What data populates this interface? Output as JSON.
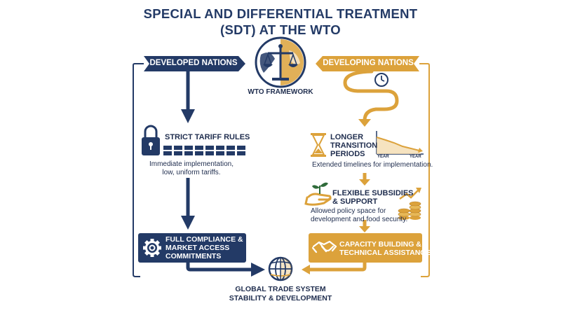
{
  "title": {
    "line1": "SPECIAL AND DIFFERENTIAL TREATMENT",
    "line2": "(SDT) AT THE WTO"
  },
  "colors": {
    "navy": "#233a66",
    "gold": "#dca23b",
    "text": "#1f2d4e"
  },
  "icons": {
    "framework": "scales-globe-icon",
    "clock": "clock-icon",
    "lock": "padlock-icon",
    "hourglass": "hourglass-icon",
    "chart": "declining-chart-icon",
    "seedling": "hand-seedling-icon",
    "coins": "coins-growth-icon",
    "gear": "gear-icon",
    "handshake": "handshake-icon",
    "globe": "globe-icon"
  },
  "framework": {
    "label": "WTO FRAMEWORK"
  },
  "developed": {
    "banner": "DEVELOPED NATIONS",
    "tariff": {
      "title": "STRICT TARIFF RULES",
      "desc1": "Immediate implementation,",
      "desc2": "low, uniform tariffs."
    },
    "compliance": {
      "line1": "FULL COMPLIANCE &",
      "line2": "MARKET ACCESS",
      "line3": "COMMITMENTS"
    }
  },
  "developing": {
    "banner": "DEVELOPING NATIONS",
    "transition": {
      "line1": "LONGER",
      "line2": "TRANSITION",
      "line3": "PERIODS",
      "desc": "Extended timelines for implementation.",
      "axis_left": "YEAR",
      "axis_right": "YEAR"
    },
    "subsidies": {
      "line1": "FLEXIBLE SUBSIDIES",
      "line2": "& SUPPORT",
      "desc1": "Allowed policy space for",
      "desc2": "development and food security."
    },
    "capacity": {
      "line1": "CAPACITY BUILDING &",
      "line2": "TECHNICAL ASSISTANCE"
    }
  },
  "global": {
    "line1": "GLOBAL TRADE SYSTEM",
    "line2": "STABILITY & DEVELOPMENT"
  }
}
